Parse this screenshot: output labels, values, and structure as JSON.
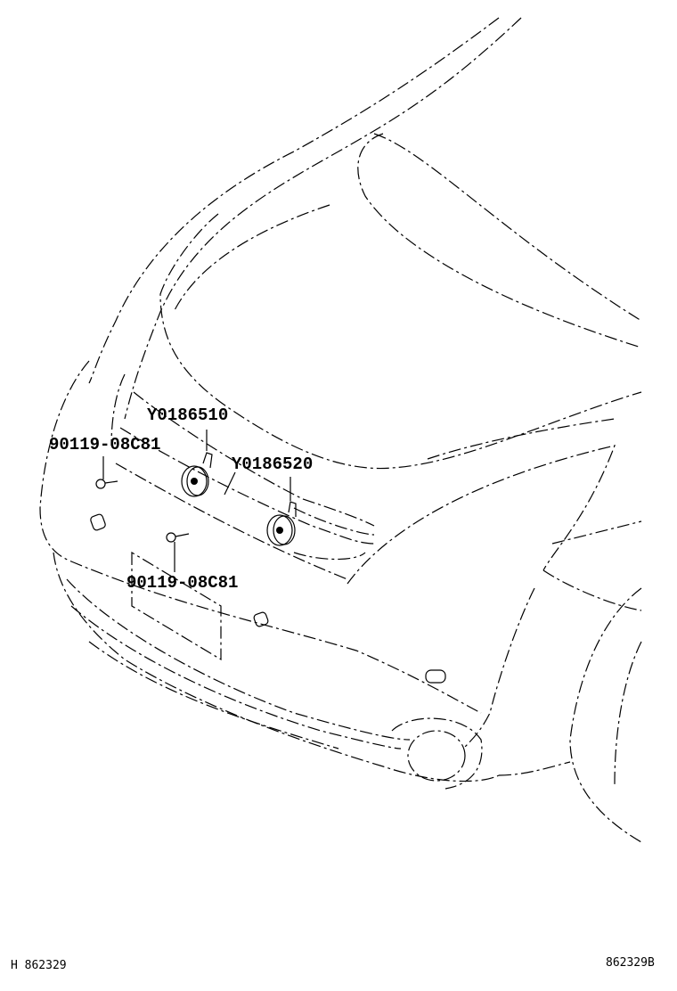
{
  "diagram": {
    "callouts": [
      {
        "part_number": "Y0186510",
        "part": "horn-high"
      },
      {
        "part_number": "Y0186520",
        "part": "horn-low"
      },
      {
        "part_number": "90119-08C81",
        "part": "bolt-left"
      },
      {
        "part_number": "90119-08C81",
        "part": "bolt-center"
      }
    ],
    "footer": {
      "left_code": "H 862329",
      "right_code": "862329B"
    }
  }
}
